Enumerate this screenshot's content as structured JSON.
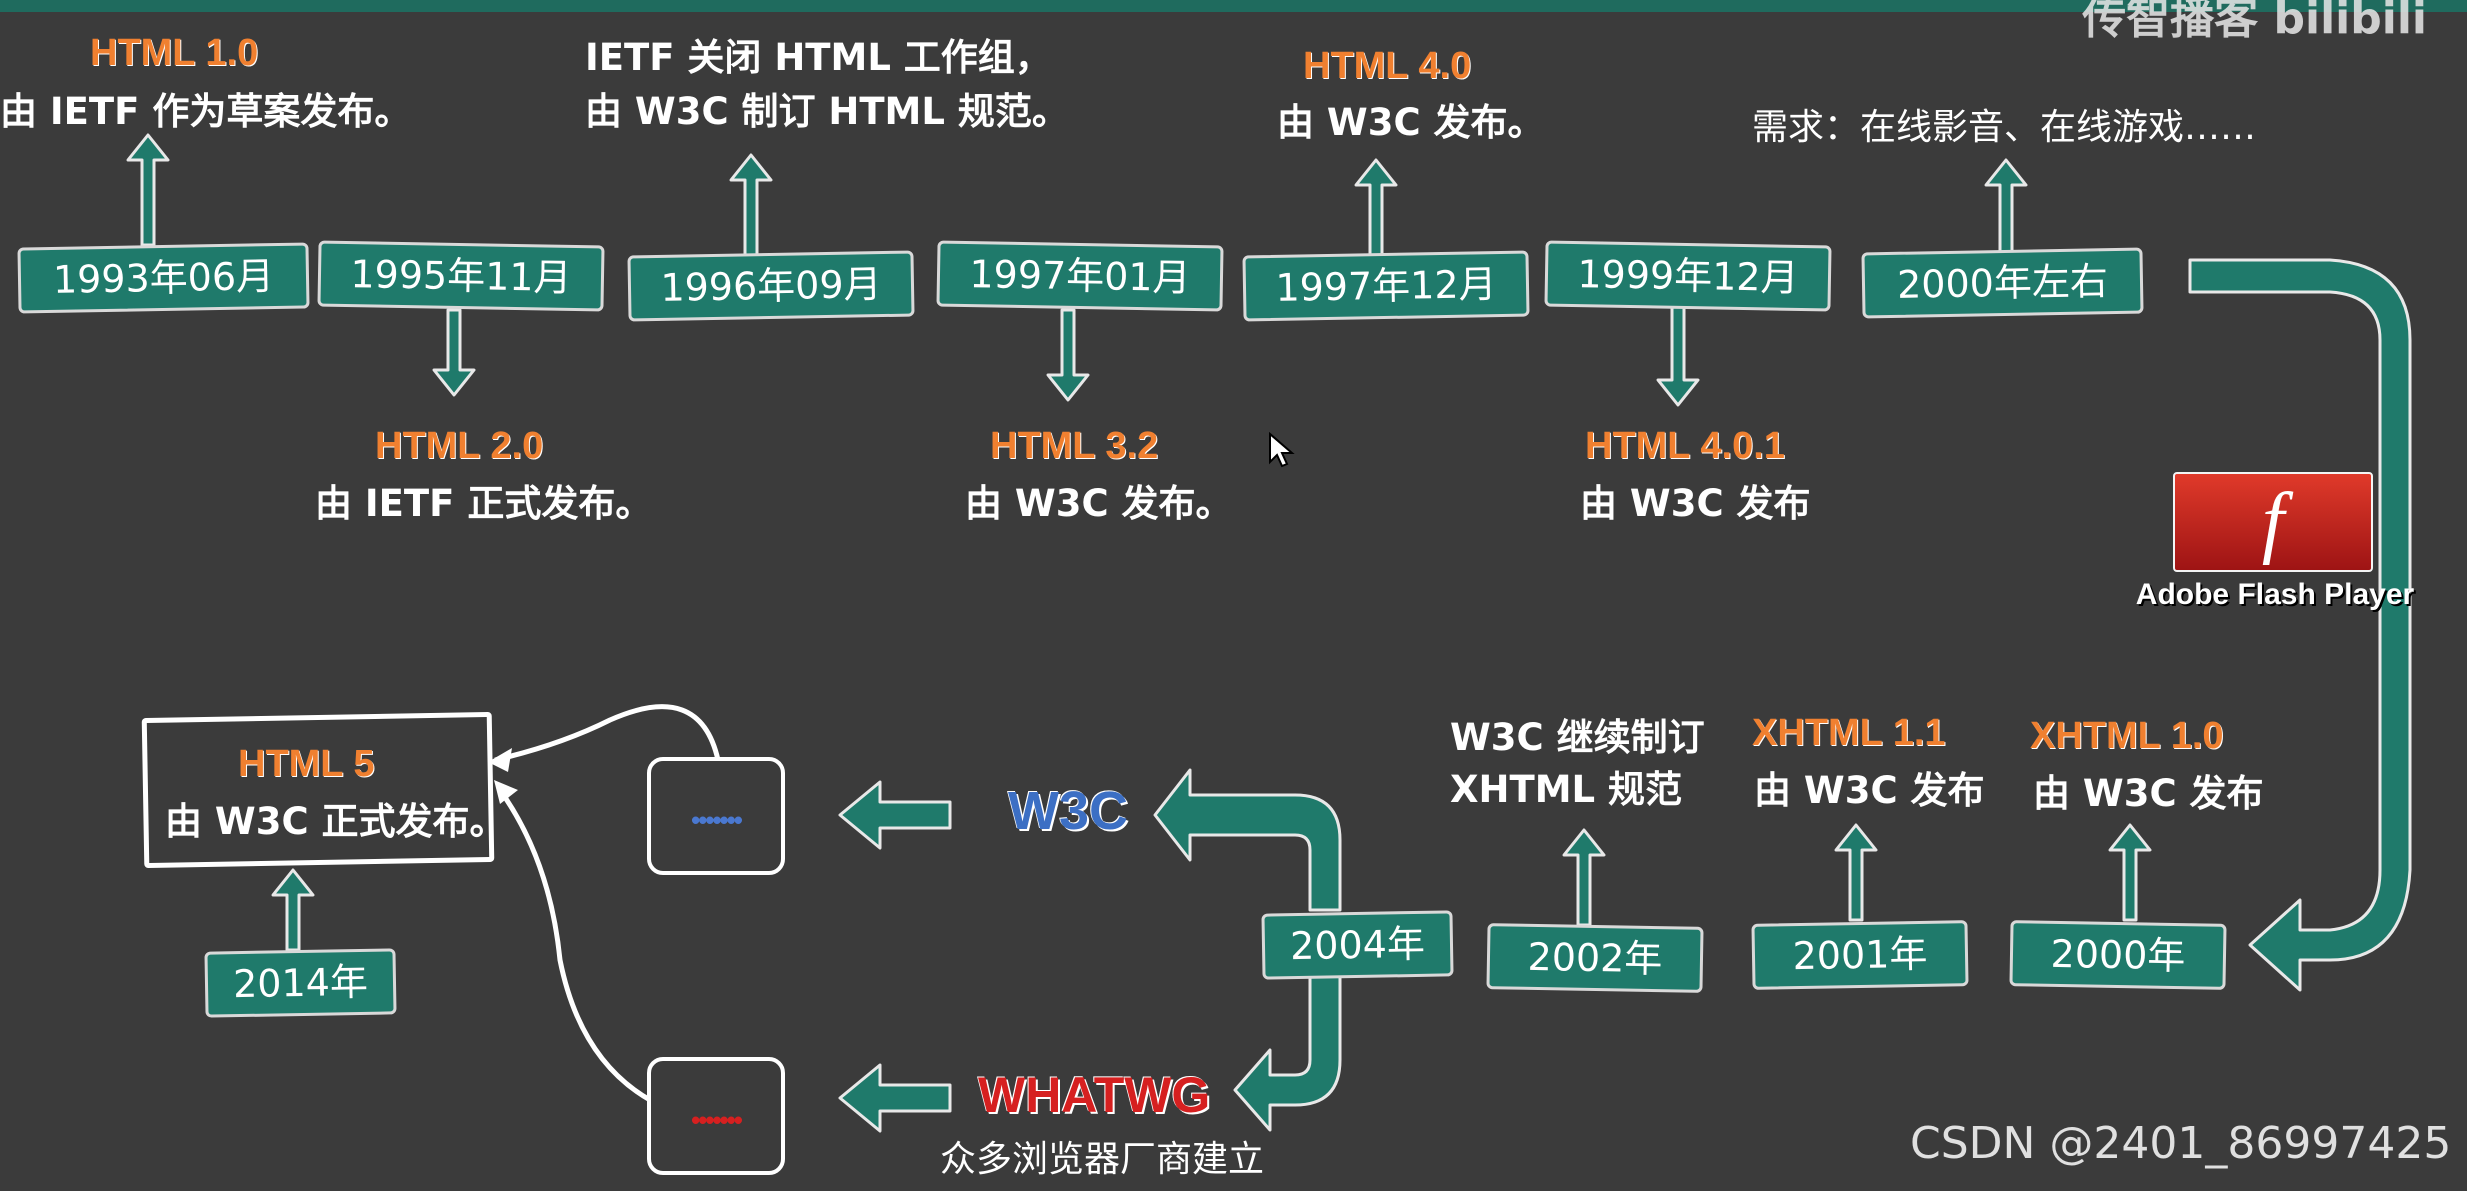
{
  "brand": "传智播客 bilibili",
  "top_row": [
    {
      "date": "1993年06月",
      "version": "HTML 1.0",
      "desc": [
        "由 IETF 作为草案发布。"
      ]
    },
    {
      "date": "1995年11月",
      "version": "HTML 2.0",
      "desc": [
        "由 IETF 正式发布。"
      ]
    },
    {
      "date": "1996年09月",
      "version": "",
      "desc": [
        "IETF 关闭 HTML 工作组，",
        "由 W3C 制订 HTML 规范。"
      ]
    },
    {
      "date": "1997年01月",
      "version": "HTML 3.2",
      "desc": [
        "由 W3C 发布。"
      ]
    },
    {
      "date": "1997年12月",
      "version": "HTML 4.0",
      "desc": [
        "由 W3C 发布。"
      ]
    },
    {
      "date": "1999年12月",
      "version": "HTML 4.0.1",
      "desc": [
        "由 W3C 发布"
      ]
    },
    {
      "date": "2000年左右",
      "version": "",
      "desc": [
        "需求：在线影音、在线游戏……"
      ]
    }
  ],
  "flash": {
    "glyph": "f",
    "label": "Adobe Flash Player"
  },
  "bottom_row": [
    {
      "date": "2000年",
      "version": "XHTML 1.0",
      "desc": [
        "由 W3C 发布"
      ]
    },
    {
      "date": "2001年",
      "version": "XHTML 1.1",
      "desc": [
        "由 W3C 发布"
      ]
    },
    {
      "date": "2002年",
      "version": "",
      "desc": [
        "W3C 继续制订",
        "XHTML 规范"
      ]
    },
    {
      "date": "2004年"
    }
  ],
  "branches": {
    "w3c": "W3C",
    "whatwg": "WHATWG",
    "whatwg_desc": "众多浏览器厂商建立",
    "dots": "•••••••"
  },
  "html5": {
    "version": "HTML 5",
    "desc": "由 W3C 正式发布。",
    "date": "2014年"
  },
  "watermark": "CSDN @2401_86997425",
  "colors": {
    "box": "#1f7a6b",
    "version": "#f08030",
    "w3c": "#3c6fc4",
    "whatwg": "#d62020",
    "w3c_dots": "#4a78d0",
    "whatwg_dots": "#d62020"
  }
}
